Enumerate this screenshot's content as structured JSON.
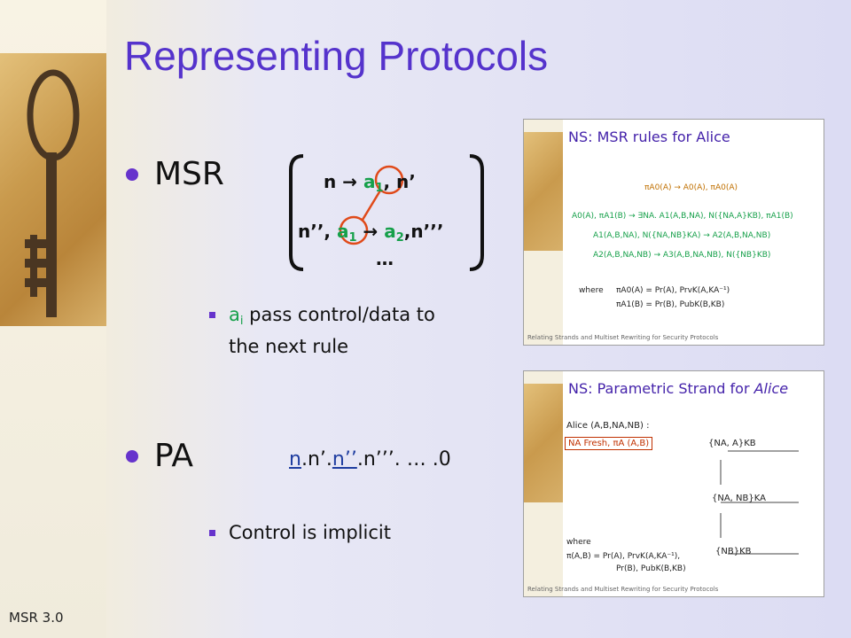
{
  "title": "Representing Protocols",
  "bullet1": {
    "label": "MSR"
  },
  "msr_rules": {
    "row1_pre": "n →",
    "row1_a": "a",
    "row1_a_sub": "1",
    "row1_post": ", n’",
    "row2_pre": "n’’,",
    "row2_a": "a",
    "row2_a_sub": "1",
    "row2_arrow": "→",
    "row2_b": "a",
    "row2_b_sub": "2",
    "row2_post": ",n’’’",
    "row3": "…"
  },
  "sub1": {
    "var": "a",
    "var_sub": "i",
    "text_line1": " pass control/data to",
    "text_line2": "the next rule"
  },
  "bullet2": {
    "label": "PA"
  },
  "pa_expr": {
    "p1": "n",
    "p2": ".n’.",
    "p3": "n’’",
    "p4": ".n’’’. … .0"
  },
  "sub2": {
    "text": "Control is implicit"
  },
  "thumb1": {
    "title": "NS: MSR rules for Alice",
    "line1": "πA0(A) → A0(A), πA0(A)",
    "line2": "A0(A), πA1(B) → ∃NA. A1(A,B,NA), N({NA,A}KB), πA1(B)",
    "line3": "A1(A,B,NA), N({NA,NB}KA) → A2(A,B,NA,NB)",
    "line4": "A2(A,B,NA,NB) → A3(A,B,NA,NB), N({NB}KB)",
    "where": "where",
    "where1": "πA0(A) = Pr(A), PrvK(A,KA⁻¹)",
    "where2": "πA1(B) = Pr(B), PubK(B,KB)",
    "footer": "Relating Strands and Multiset Rewriting for Security Protocols"
  },
  "thumb2": {
    "title_pre": "NS: Parametric Strand for ",
    "title_italic": "Alice",
    "alice": "Alice (A,B,NA,NB) :",
    "fresh": "NA Fresh, πA (A,B)",
    "msg1": "{NA, A}KB",
    "msg2": "{NA, NB}KA",
    "msg3": "{NB}KB",
    "where": "where",
    "where1": "π(A,B) = Pr(A), PrvK(A,KA⁻¹),",
    "where2": "Pr(B), PubK(B,KB)",
    "footer": "Relating Strands and Multiset Rewriting for Security Protocols"
  },
  "footer": "MSR 3.0",
  "colors": {
    "title": "#5533cc",
    "green": "#16a04a",
    "red": "#e04a1a",
    "bullet": "#6633cc"
  }
}
